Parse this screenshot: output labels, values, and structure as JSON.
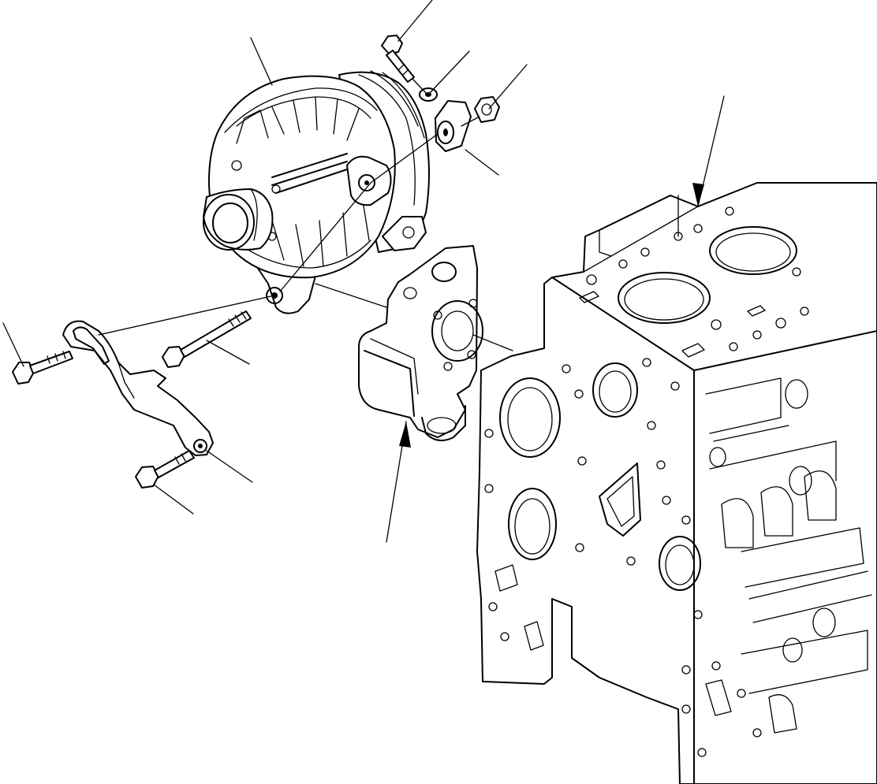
{
  "diagram": {
    "parts": [
      {
        "name": "alternator"
      },
      {
        "name": "mounting-bolt-top"
      },
      {
        "name": "washer"
      },
      {
        "name": "spacer"
      },
      {
        "name": "nut"
      },
      {
        "name": "adjusting-bracket"
      },
      {
        "name": "bracket-bolt"
      },
      {
        "name": "long-through-bolt"
      },
      {
        "name": "lower-bolt"
      },
      {
        "name": "water-pump-housing"
      },
      {
        "name": "engine-block"
      }
    ],
    "stroke_color": "#000000",
    "background_color": "#ffffff"
  }
}
